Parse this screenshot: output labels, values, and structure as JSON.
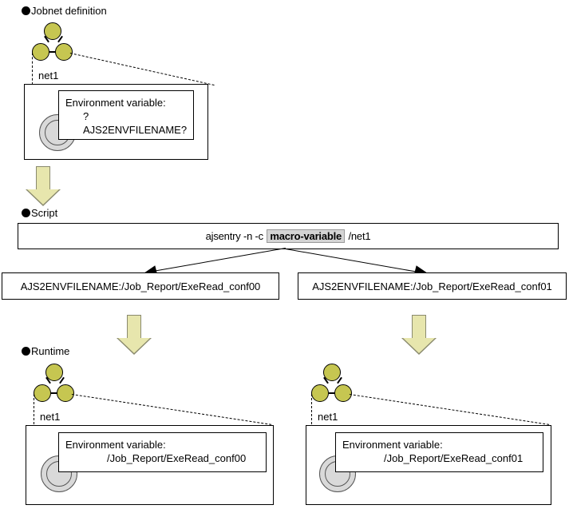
{
  "diagram": {
    "title_sections": [
      {
        "id": "jobnet-definition",
        "label": "Jobnet definition"
      },
      {
        "id": "script",
        "label": "Script"
      },
      {
        "id": "runtime",
        "label": "Runtime"
      }
    ],
    "colors": {
      "jobnet_circle": "#c6c651",
      "job_ring": "#d9d9d9",
      "block_arrow_fill": "#e7e6ad",
      "block_arrow_border": "#8a8a6e",
      "macro_chip_bg": "#d4d4d4",
      "line": "#000000",
      "background": "#ffffff"
    },
    "definition": {
      "heading": "Jobnet definition",
      "node_label": "net1",
      "env_box": {
        "line1": "Environment variable:",
        "line2": "?AJS2ENVFILENAME?"
      },
      "icons": {
        "jobnet": "jobnet-icon",
        "job": "job-ring-icon"
      }
    },
    "script": {
      "heading": "Script",
      "command_prefix": "ajsentry -n -c ",
      "macro_token": "macro-variable",
      "command_suffix": " /net1"
    },
    "results": [
      {
        "id": "result-conf00",
        "text": "AJS2ENVFILENAME:/Job_Report/ExeRead_conf00"
      },
      {
        "id": "result-conf01",
        "text": "AJS2ENVFILENAME:/Job_Report/ExeRead_conf01"
      }
    ],
    "runtime": {
      "heading": "Runtime",
      "instances": [
        {
          "id": "runtime-conf00",
          "node_label": "net1",
          "env_box": {
            "line1": "Environment variable:",
            "line2": "/Job_Report/ExeRead_conf00"
          }
        },
        {
          "id": "runtime-conf01",
          "node_label": "net1",
          "env_box": {
            "line1": "Environment variable:",
            "line2": "/Job_Report/ExeRead_conf01"
          }
        }
      ]
    },
    "flow_arrows": [
      {
        "id": "arrow-definition-to-script",
        "direction": "down"
      },
      {
        "id": "arrow-result00-to-runtime00",
        "direction": "down"
      },
      {
        "id": "arrow-result01-to-runtime01",
        "direction": "down"
      }
    ]
  }
}
